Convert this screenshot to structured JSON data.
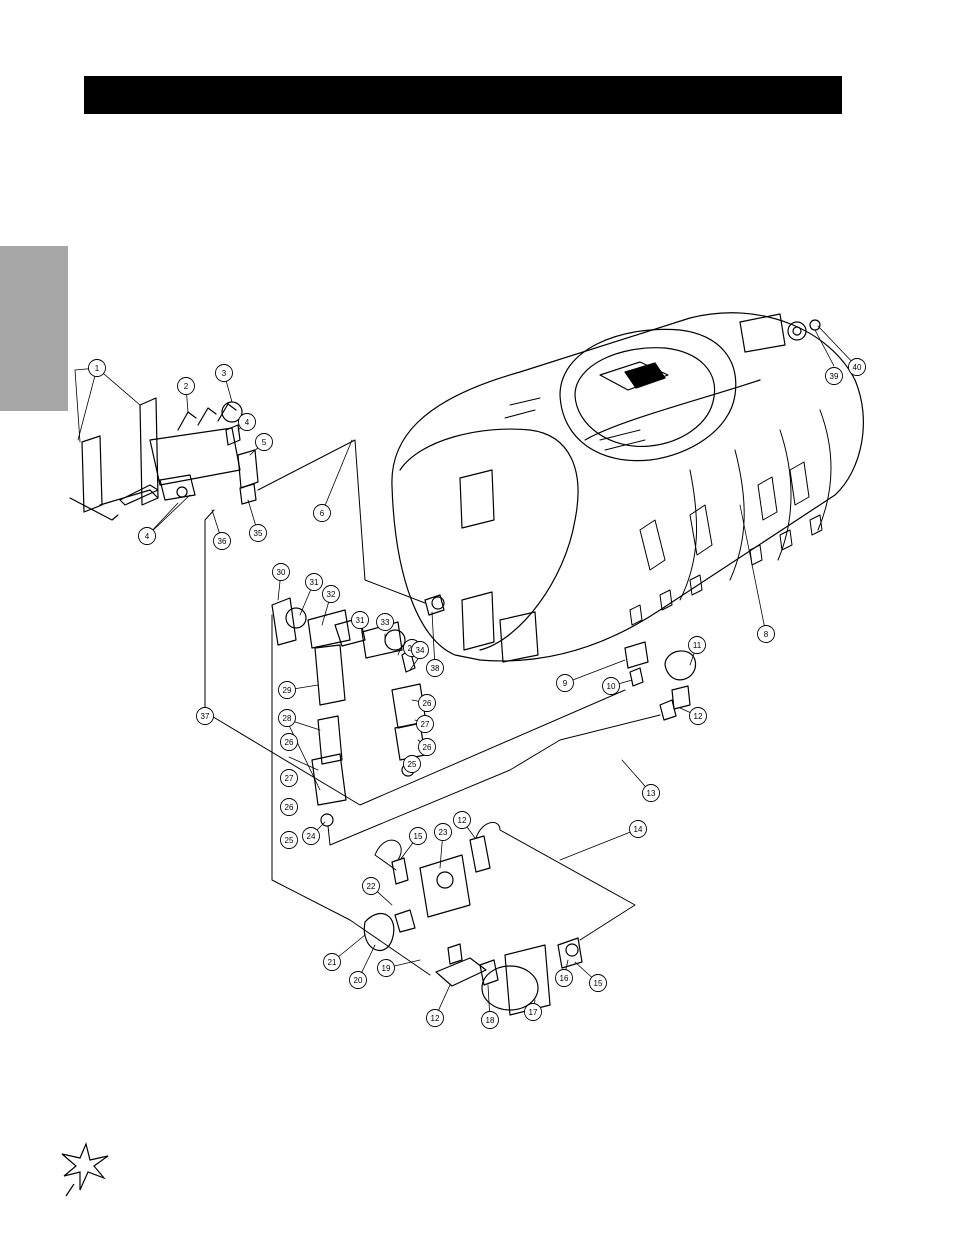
{
  "callouts": [
    {
      "id": "c1",
      "label": "1"
    },
    {
      "id": "c2",
      "label": "2"
    },
    {
      "id": "c3",
      "label": "3"
    },
    {
      "id": "c4a",
      "label": "4"
    },
    {
      "id": "c4b",
      "label": "4"
    },
    {
      "id": "c5",
      "label": "5"
    },
    {
      "id": "c6",
      "label": "6"
    },
    {
      "id": "c8",
      "label": "8"
    },
    {
      "id": "c9",
      "label": "9"
    },
    {
      "id": "c10",
      "label": "10"
    },
    {
      "id": "c11",
      "label": "11"
    },
    {
      "id": "c12a",
      "label": "12"
    },
    {
      "id": "c12b",
      "label": "12"
    },
    {
      "id": "c12c",
      "label": "12"
    },
    {
      "id": "c13",
      "label": "13"
    },
    {
      "id": "c14",
      "label": "14"
    },
    {
      "id": "c15a",
      "label": "15"
    },
    {
      "id": "c15b",
      "label": "15"
    },
    {
      "id": "c16",
      "label": "16"
    },
    {
      "id": "c17",
      "label": "17"
    },
    {
      "id": "c18",
      "label": "18"
    },
    {
      "id": "c19",
      "label": "19"
    },
    {
      "id": "c20",
      "label": "20"
    },
    {
      "id": "c21",
      "label": "21"
    },
    {
      "id": "c22",
      "label": "22"
    },
    {
      "id": "c23",
      "label": "23"
    },
    {
      "id": "c24",
      "label": "24"
    },
    {
      "id": "c25a",
      "label": "25"
    },
    {
      "id": "c25b",
      "label": "25"
    },
    {
      "id": "c26a",
      "label": "26"
    },
    {
      "id": "c26b",
      "label": "26"
    },
    {
      "id": "c26c",
      "label": "26"
    },
    {
      "id": "c26d",
      "label": "26"
    },
    {
      "id": "c26e",
      "label": "26"
    },
    {
      "id": "c27a",
      "label": "27"
    },
    {
      "id": "c27b",
      "label": "27"
    },
    {
      "id": "c28",
      "label": "28"
    },
    {
      "id": "c29",
      "label": "29"
    },
    {
      "id": "c30",
      "label": "30"
    },
    {
      "id": "c31a",
      "label": "31"
    },
    {
      "id": "c31b",
      "label": "31"
    },
    {
      "id": "c32",
      "label": "32"
    },
    {
      "id": "c33",
      "label": "33"
    },
    {
      "id": "c34",
      "label": "34"
    },
    {
      "id": "c35",
      "label": "35"
    },
    {
      "id": "c36",
      "label": "36"
    },
    {
      "id": "c37",
      "label": "37"
    },
    {
      "id": "c38",
      "label": "38"
    },
    {
      "id": "c39",
      "label": "39"
    },
    {
      "id": "c40",
      "label": "40"
    }
  ],
  "colors": {
    "ink": "#000000",
    "tab_gray": "#a7a7a7",
    "bar": "#000000"
  },
  "icons": {
    "logo": "star-burst-logo-icon"
  }
}
